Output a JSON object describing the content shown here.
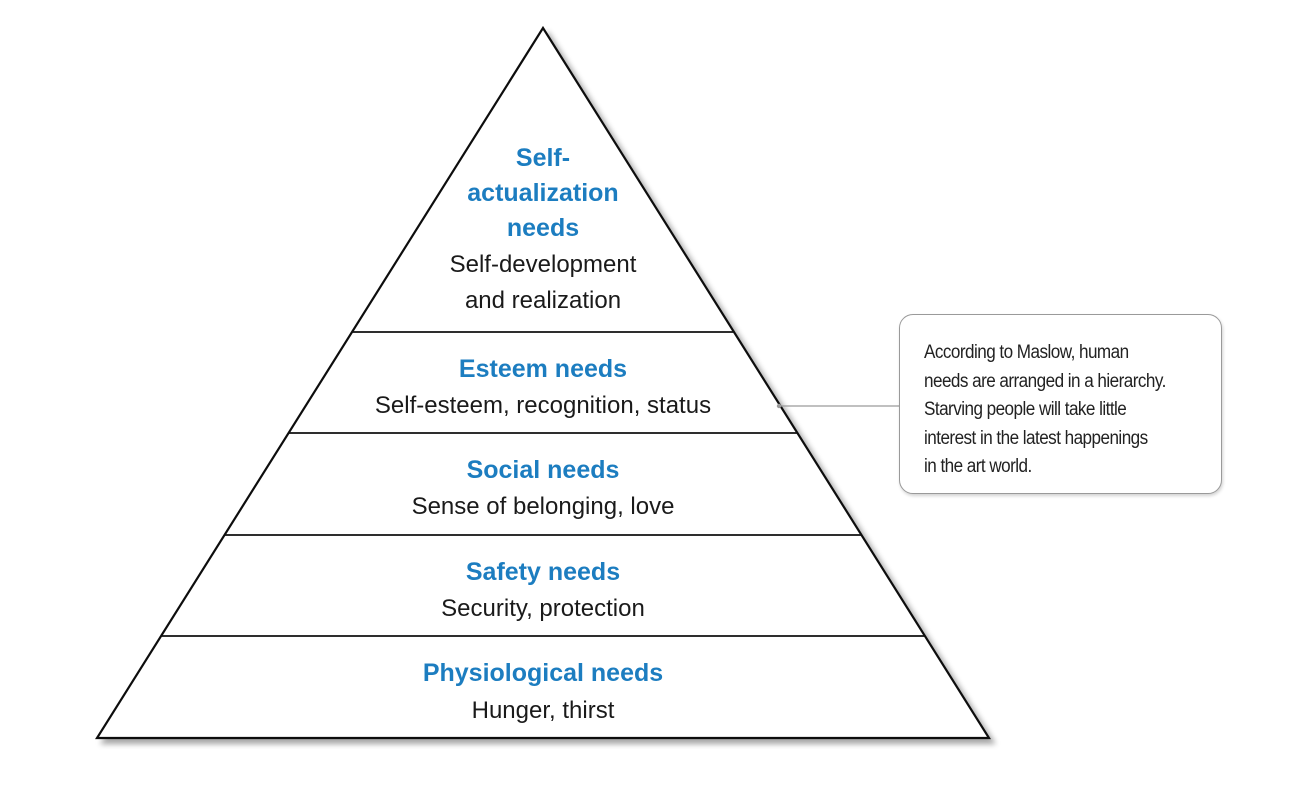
{
  "levels": [
    {
      "id": "self-actualization",
      "title_lines": [
        "Self-",
        "actualization",
        "needs"
      ],
      "desc_lines": [
        "Self-development",
        "and realization"
      ]
    },
    {
      "id": "esteem",
      "title_lines": [
        "Esteem needs"
      ],
      "desc_lines": [
        "Self-esteem, recognition, status"
      ]
    },
    {
      "id": "social",
      "title_lines": [
        "Social needs"
      ],
      "desc_lines": [
        "Sense of belonging, love"
      ]
    },
    {
      "id": "safety",
      "title_lines": [
        "Safety needs"
      ],
      "desc_lines": [
        "Security, protection"
      ]
    },
    {
      "id": "physiological",
      "title_lines": [
        "Physiological needs"
      ],
      "desc_lines": [
        "Hunger, thirst"
      ]
    }
  ],
  "callout": {
    "lines": [
      "According to Maslow, human",
      "needs are arranged in a hierarchy.",
      "Starving people will take little",
      "interest in the latest happenings",
      "in the art world."
    ]
  },
  "colors": {
    "title": "#1c7dc0",
    "description": "#1a1a1a",
    "outline": "#111111",
    "connector": "#9a9a9a"
  }
}
